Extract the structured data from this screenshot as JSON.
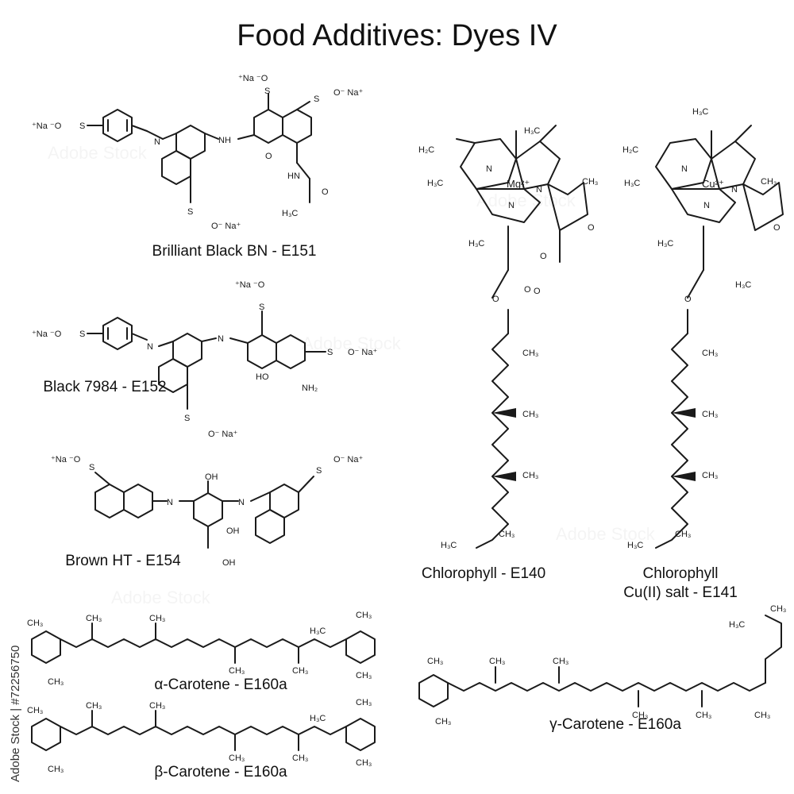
{
  "title": "Food Additives: Dyes IV",
  "stock_id": "Adobe Stock | #72256750",
  "watermark": "Adobe Stock",
  "compounds": [
    {
      "label": "Brilliant Black BN - E151"
    },
    {
      "label": "Black 7984 - E152"
    },
    {
      "label": "Brown HT - E154"
    },
    {
      "label": "Chlorophyll - E140"
    },
    {
      "label": "Chlorophyll",
      "label2": "Cu(II) salt - E141"
    },
    {
      "label": "α-Carotene - E160a"
    },
    {
      "label": "β-Carotene - E160a"
    },
    {
      "label": "γ-Carotene - E160a"
    }
  ],
  "atoms": {
    "na": "⁺Na ⁻O",
    "na_r": "O⁻ Na⁺",
    "s": "S",
    "o": "O",
    "n": "N",
    "nh": "NH",
    "hn": "HN",
    "oh": "OH",
    "ho": "HO",
    "nh2": "NH₂",
    "ch3": "CH₃",
    "h3c": "H₃C",
    "h2c": "H₂C",
    "mg": "Mg²⁺",
    "cu": "Cu²⁺"
  }
}
